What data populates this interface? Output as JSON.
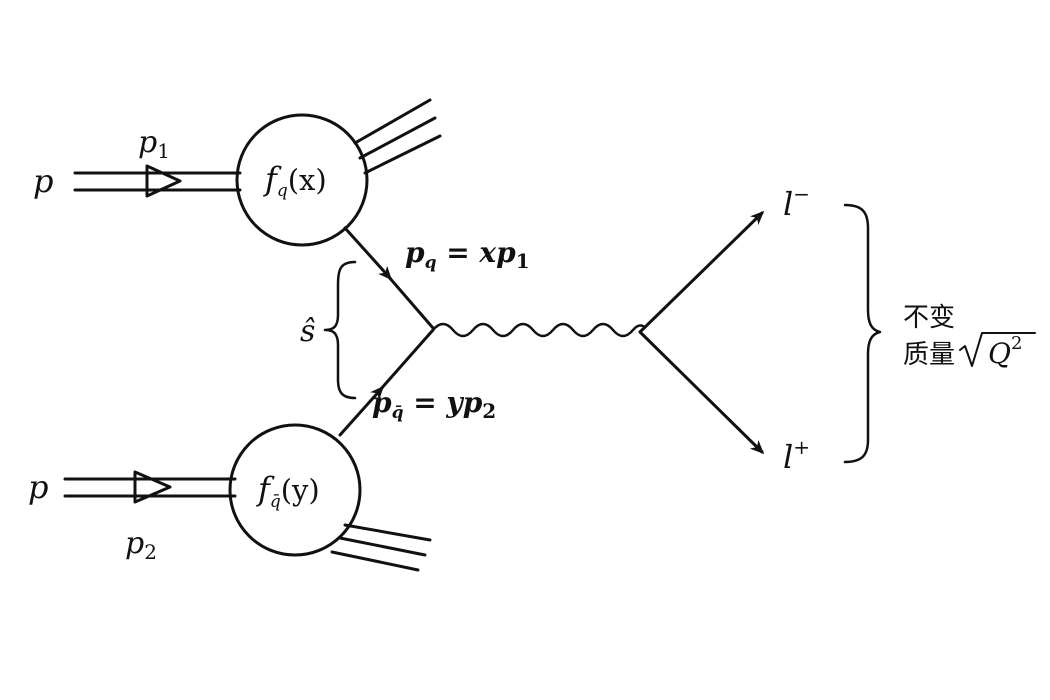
{
  "diagram": {
    "proton_top": "p",
    "proton_top_momentum": "p",
    "proton_top_momentum_sub": "1",
    "pdf_top_f": "f",
    "pdf_top_sub": "q",
    "pdf_top_arg": "(x)",
    "quark_momentum": "p",
    "quark_momentum_sub": "q",
    "quark_momentum_eq": " = xp",
    "quark_momentum_eq_sub": "1",
    "shat_label": "ŝ",
    "proton_bottom": "p",
    "proton_bottom_momentum": "p",
    "proton_bottom_momentum_sub": "2",
    "pdf_bottom_f": "f",
    "pdf_bottom_sub": "q̄",
    "pdf_bottom_arg": "(y)",
    "antiquark_momentum": "p",
    "antiquark_momentum_sub": "q̄",
    "antiquark_momentum_eq": " = yp",
    "antiquark_momentum_eq_sub": "2",
    "lepton_minus": "l",
    "lepton_minus_sup": "−",
    "lepton_plus": "l",
    "lepton_plus_sup": "+",
    "invariant_label_line1": "不变",
    "invariant_label_line2": "质量",
    "invariant_sqrt_arg": "Q",
    "invariant_sqrt_sup": "2"
  },
  "colors": {
    "ink": "#111111",
    "background": "#ffffff"
  }
}
